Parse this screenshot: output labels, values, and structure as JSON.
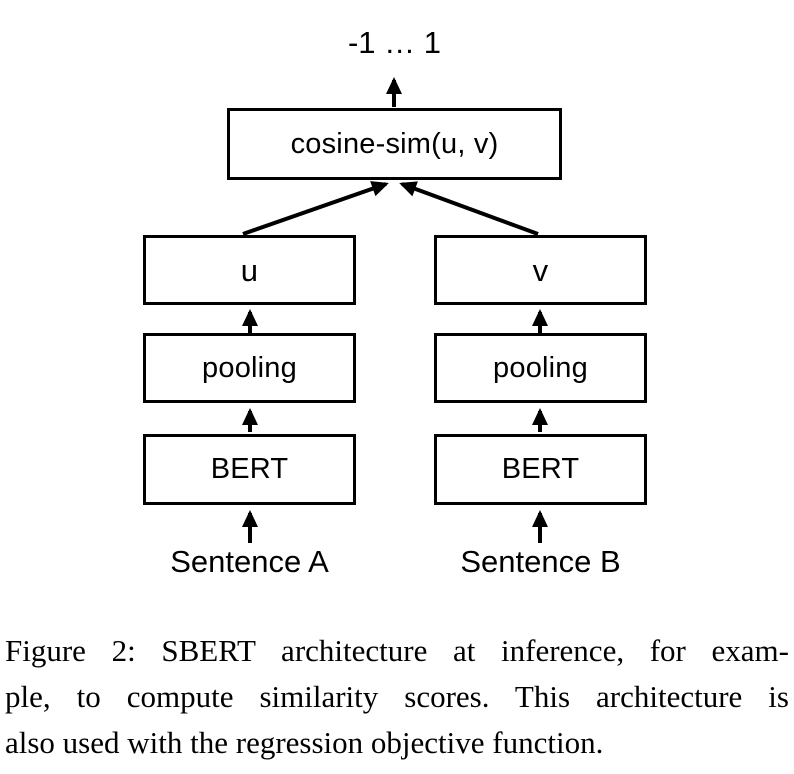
{
  "diagram": {
    "output_range_label": "-1 … 1",
    "cosine_box_label": "cosine-sim(u, v)",
    "left_branch": {
      "embedding_label": "u",
      "pooling_label": "pooling",
      "encoder_label": "BERT",
      "input_label": "Sentence A"
    },
    "right_branch": {
      "embedding_label": "v",
      "pooling_label": "pooling",
      "encoder_label": "BERT",
      "input_label": "Sentence B"
    }
  },
  "caption": {
    "line1": "Figure 2: SBERT architecture at inference, for exam-",
    "line2": "ple, to compute similarity scores. This architecture is",
    "line3": "also used with the regression objective function."
  },
  "colors": {
    "ink": "#000000",
    "background": "#ffffff"
  }
}
